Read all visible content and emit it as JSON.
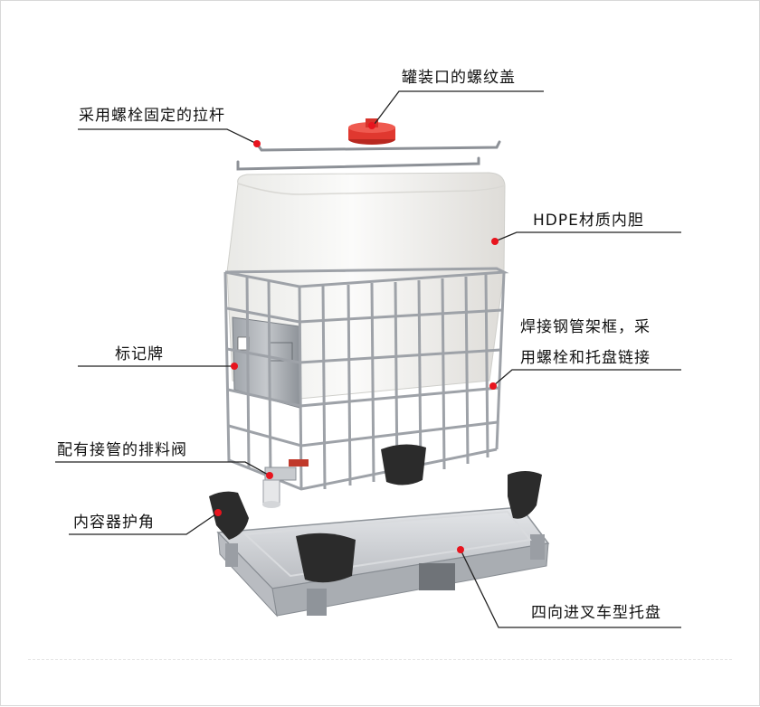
{
  "labels": {
    "cap": "罐装口的螺纹盖",
    "tie_rod": "采用螺栓固定的拉杆",
    "liner": "HDPE材质内胆",
    "frame_line1": "焊接钢管架框，采",
    "frame_line2": "用螺栓和托盘链接",
    "nameplate": "标记牌",
    "valve": "配有接管的排料阀",
    "corner_guard": "内容器护角",
    "pallet": "四向进叉车型托盘"
  },
  "colors": {
    "leader_dot": "#e8141e",
    "leader_line": "#222222",
    "cap": "#e0382f",
    "liner": "#f3f3f1",
    "frame": "#a8acb2",
    "pallet": "#c9ccd0",
    "guard": "#2b2b2b"
  }
}
